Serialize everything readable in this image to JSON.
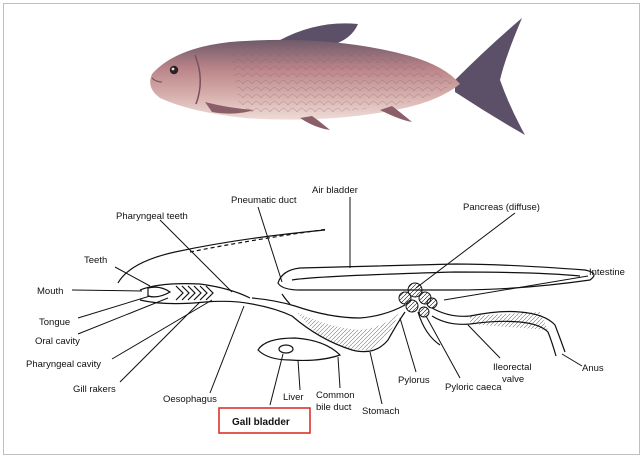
{
  "labels": {
    "air_bladder": "Air bladder",
    "pneumatic_duct": "Pneumatic duct",
    "pharyngeal_teeth": "Pharyngeal teeth",
    "pancreas": "Pancreas (diffuse)",
    "teeth": "Teeth",
    "intestine": "Intestine",
    "mouth": "Mouth",
    "tongue": "Tongue",
    "oral_cavity": "Oral cavity",
    "pharyngeal_cavity": "Pharyngeal cavity",
    "gill_rakers": "Gill rakers",
    "oesophagus": "Oesophagus",
    "liver": "Liver",
    "common_bile_duct_1": "Common",
    "common_bile_duct_2": "bile duct",
    "stomach": "Stomach",
    "pylorus": "Pylorus",
    "pyloric_caeca": "Pyloric caeca",
    "ileorectal_1": "Ileorectal",
    "ileorectal_2": "valve",
    "anus": "Anus",
    "gall_bladder": "Gall bladder"
  },
  "colors": {
    "highlight_box": "#d9342b",
    "fish_body": "#b9858a",
    "fish_fin": "#5b5068"
  }
}
